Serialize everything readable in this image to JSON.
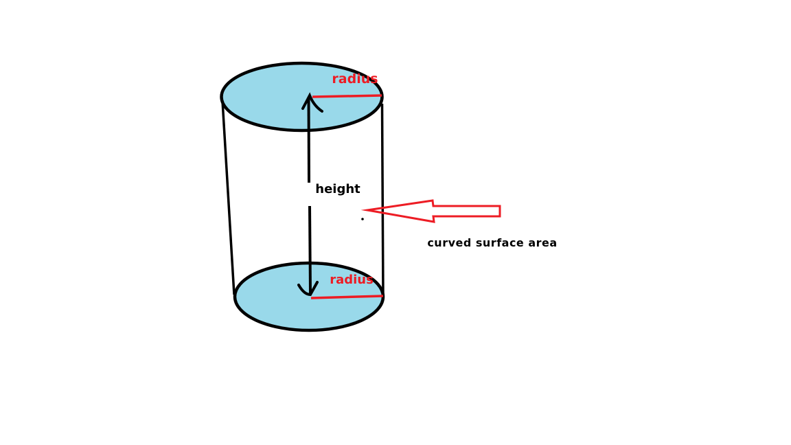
{
  "colors": {
    "background": "#FFFFFF",
    "cylinder_fill": "#99D9EA",
    "outline_black": "#000000",
    "annotation_red": "#ED1C24"
  },
  "labels": {
    "radius_top": "radius",
    "radius_bottom": "radius",
    "height": "height",
    "curved_surface_area": "curved surface area"
  }
}
